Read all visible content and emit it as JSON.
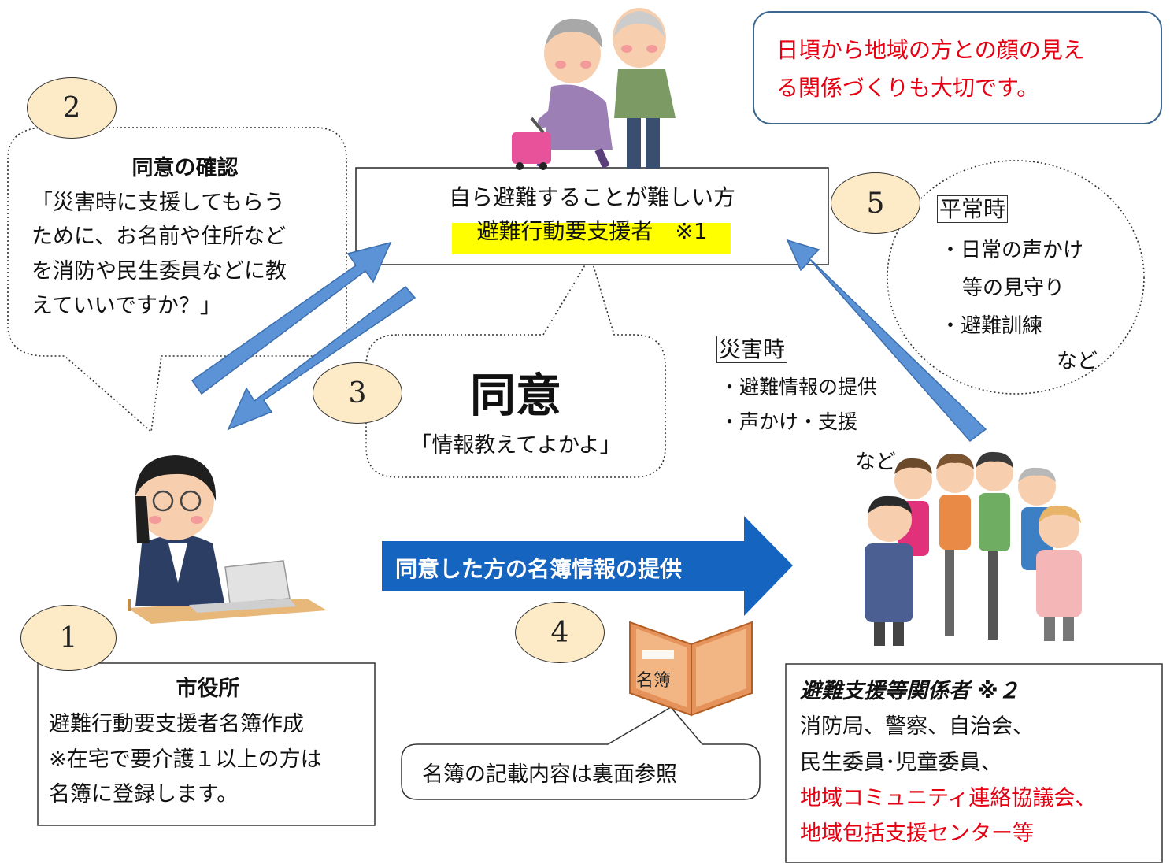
{
  "colors": {
    "arrow_light": "#5b93d6",
    "arrow_dark": "#1565c0",
    "circle_fill": "#fdebc8",
    "note_border": "#3b6790",
    "note_text": "#e60012",
    "highlight": "#ffff00"
  },
  "steps": {
    "s1": "1",
    "s2": "2",
    "s3": "3",
    "s4": "4",
    "s5": "5"
  },
  "note": {
    "line1": "日頃から地域の方との顔の見え",
    "line2": "る関係づくりも大切です。"
  },
  "target": {
    "line1": "自ら避難することが難しい方",
    "highlight": "避難行動要支援者　※1"
  },
  "consent_check": {
    "title": "同意の確認",
    "line1": "「災害時に支援してもらう",
    "line2": "ために、お名前や住所など",
    "line3": "を消防や民生委員などに教",
    "line4": "えていいですか？」"
  },
  "consent": {
    "title": "同意",
    "quote": "「情報教えてよかよ」"
  },
  "normal_time": {
    "heading": "平常時",
    "item1_a": "・日常の声かけ",
    "item1_b": "等の見守り",
    "item2": "・避難訓練",
    "etc": "など"
  },
  "disaster_time": {
    "heading": "災害時",
    "item1": "・避難情報の提供",
    "item2": "・声かけ・支援",
    "etc": "など"
  },
  "provide_arrow": "同意した方の名簿情報の提供",
  "book_label": "名簿",
  "book_callout": "名簿の記載内容は裏面参照",
  "city_hall": {
    "title": "市役所",
    "line1": "避難行動要支援者名簿作成",
    "line2": "※在宅で要介護１以上の方は",
    "line3": "名簿に登録します。"
  },
  "supporters": {
    "title": "避難支援等関係者 ※２",
    "line1": "消防局、警察、自治会、",
    "line2": "民生委員･児童委員、",
    "line3": "地域コミュニティ連絡協議会、",
    "line4": "地域包括支援センター等"
  }
}
